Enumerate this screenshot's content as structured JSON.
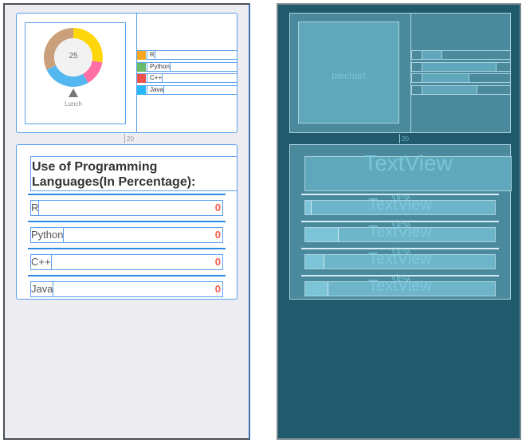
{
  "pie": {
    "center_text": "25",
    "label": "Lunch",
    "segments": [
      {
        "color": "#ffd60a",
        "from": 0,
        "to": 100
      },
      {
        "color": "#ff6fa5",
        "from": 100,
        "to": 150
      },
      {
        "color": "#55b7f0",
        "from": 150,
        "to": 245
      },
      {
        "color": "#c9a07a",
        "from": 245,
        "to": 360
      }
    ]
  },
  "legend": [
    {
      "label": "R",
      "color": "#f5a623"
    },
    {
      "label": "Python",
      "color": "#66bb6a"
    },
    {
      "label": "C++",
      "color": "#ef5350"
    },
    {
      "label": "Java",
      "color": "#29b6f6"
    }
  ],
  "margin_label": "20",
  "title": "Use of Programming Languages(In Percentage):",
  "rows": [
    {
      "label": "R",
      "value": "0"
    },
    {
      "label": "Python",
      "value": "0"
    },
    {
      "label": "C++",
      "value": "0"
    },
    {
      "label": "Java",
      "value": "0"
    }
  ],
  "blueprint": {
    "piechart": "piechart",
    "textview": "TextView",
    "view": "View",
    "margin": "20"
  }
}
